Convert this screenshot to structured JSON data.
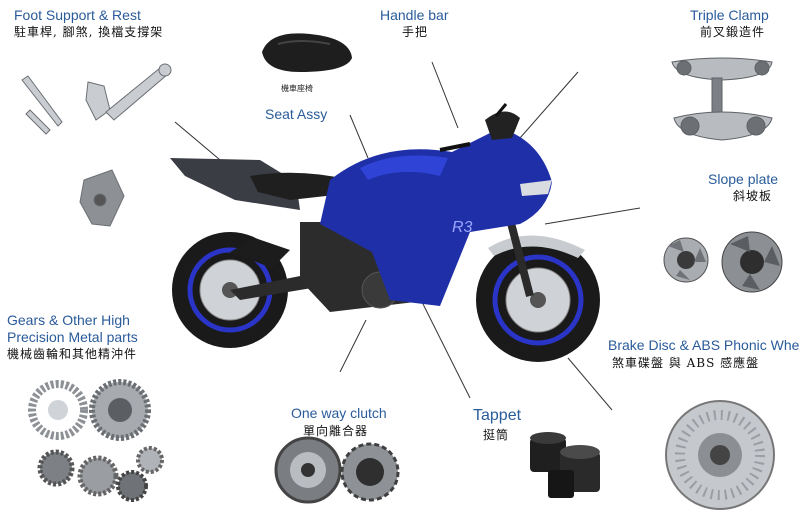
{
  "labels": {
    "foot_support": {
      "en": "Foot Support & Rest",
      "zh": "駐車桿, 腳煞, 換檔支撐架"
    },
    "handle_bar": {
      "en": "Handle bar",
      "zh": "手把"
    },
    "triple_clamp": {
      "en": "Triple Clamp",
      "zh": "前叉鍛造件"
    },
    "seat_assy": {
      "en": "Seat Assy",
      "zh": "機車座椅"
    },
    "slope_plate": {
      "en": "Slope plate",
      "zh": "斜坡板"
    },
    "gears": {
      "en_line1": "Gears & Other High",
      "en_line2": "Precision Metal parts",
      "zh": "機械齒輪和其他精沖件"
    },
    "brake_disc": {
      "en": "Brake Disc & ABS Phonic Wheel",
      "zh": "煞車碟盤 與 ABS 感應盤"
    },
    "one_way_clutch": {
      "en": "One way clutch",
      "zh": "單向離合器"
    },
    "tappet": {
      "en": "Tappet",
      "zh": "挺筒"
    }
  },
  "bike_decal": "R3",
  "colors": {
    "label_blue": "#2a5b9a",
    "bike_blue": "#1f2fa8",
    "metal": "#9aa0a6"
  }
}
